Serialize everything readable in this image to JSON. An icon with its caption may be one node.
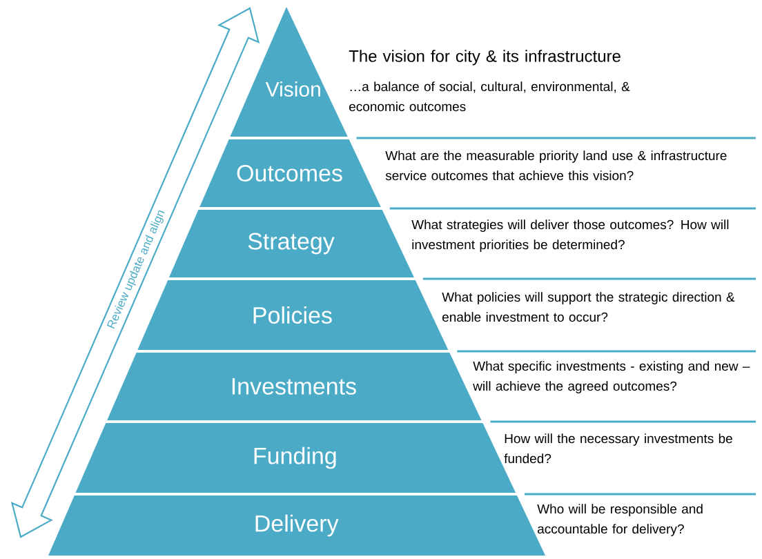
{
  "diagram": {
    "nodes": [
      {
        "text": [
          "Vision"
        ],
        "beside": [
          "The vision for city & its infrastructure",
          "…a balance of social, cultural, environmental, & economic outcomes"
        ]
      },
      {
        "text": [
          "Outcomes"
        ],
        "beside": [
          "What are the measurable priority land use & infrastructure service outcomes that achieve this vision?"
        ]
      },
      {
        "text": [
          "Strategy"
        ],
        "beside": [
          "What strategies will deliver those outcomes? How will investment priorities be determined?"
        ]
      },
      {
        "text": [
          "Policies"
        ],
        "beside": [
          "What policies will support the strategic direction & enable investment to occur?"
        ]
      },
      {
        "text": [
          "Investments"
        ],
        "beside": [
          "What specific investments  - existing and new – will achieve the agreed outcomes?"
        ]
      },
      {
        "text": [
          "Funding"
        ],
        "beside": [
          "How will the necessary investments be funded?"
        ]
      },
      {
        "text": [
          "Delivery"
        ],
        "beside": [
          "Who will be responsible and accountable for delivery?"
        ]
      }
    ],
    "labels": [
      "Review update and align"
    ]
  }
}
